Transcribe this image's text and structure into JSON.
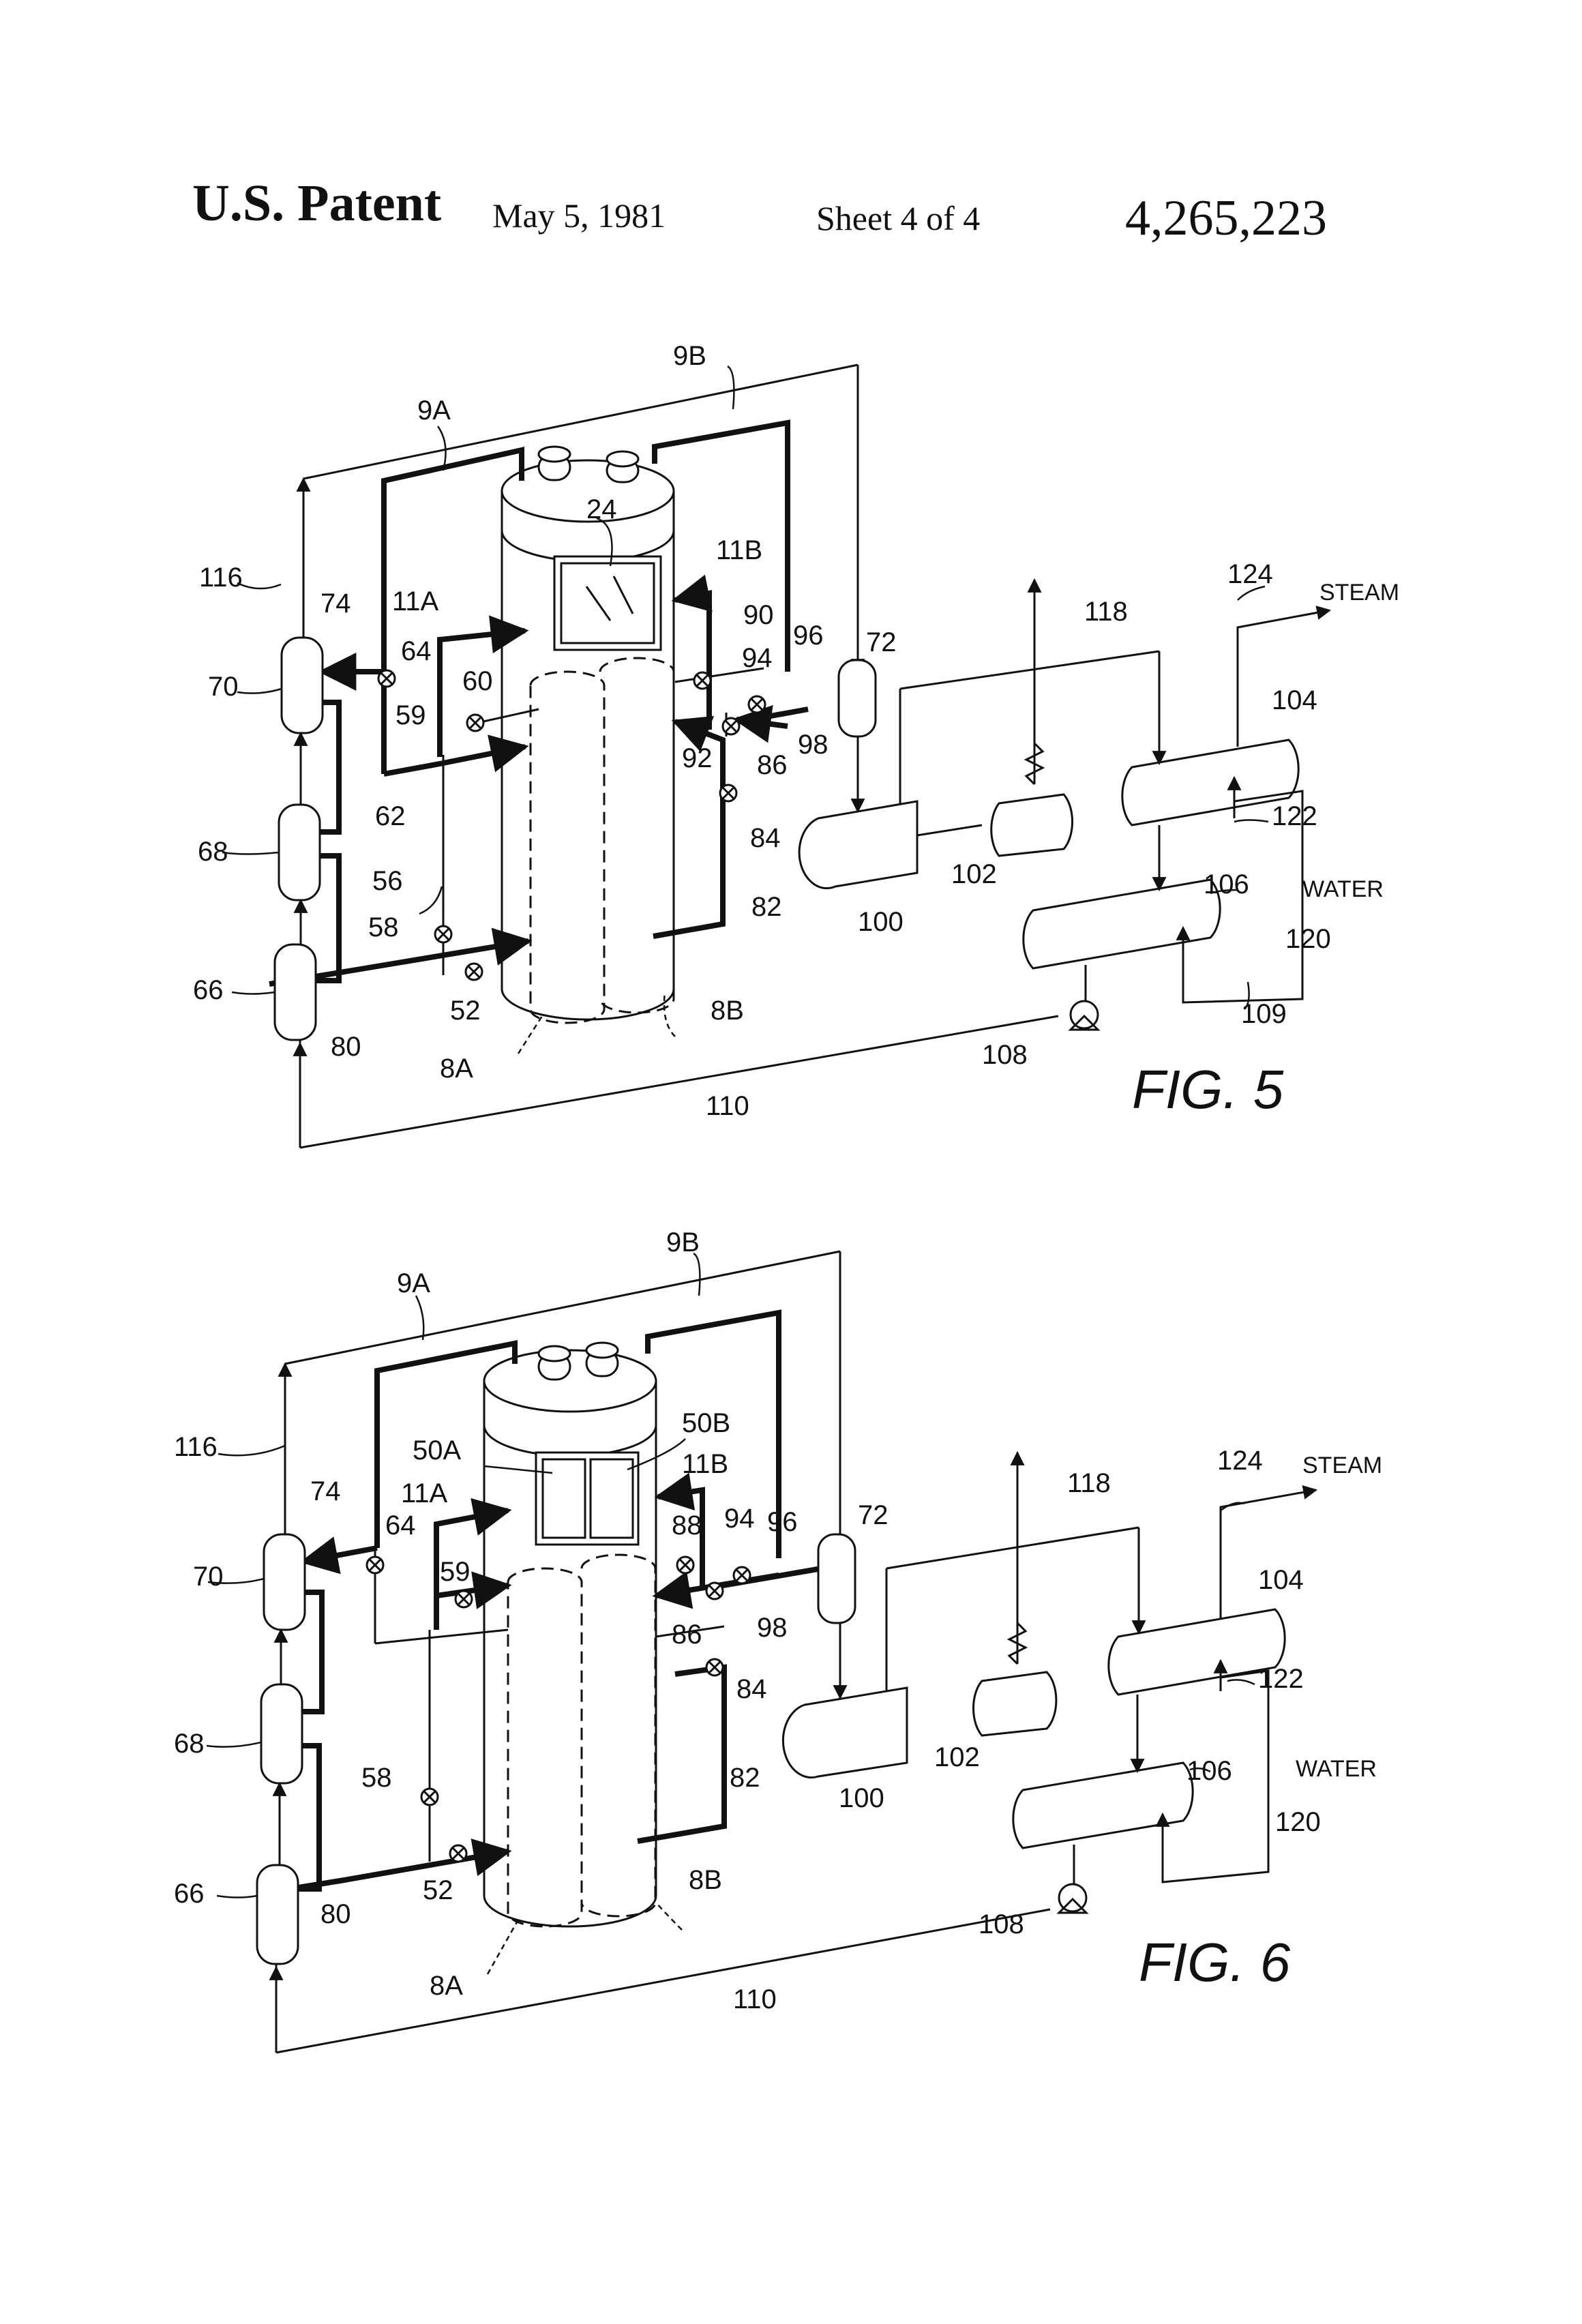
{
  "header": {
    "patent_label": "U.S. Patent",
    "date": "May 5, 1981",
    "sheet": "Sheet 4 of 4",
    "patent_number": "4,265,223"
  },
  "fig5": {
    "title": "FIG. 5",
    "labels": {
      "l9a": "9A",
      "l9b": "9B",
      "l24": "24",
      "l11a": "11A",
      "l11b": "11B",
      "l116": "116",
      "l74": "74",
      "l70": "70",
      "l64": "64",
      "l60": "60",
      "l59": "59",
      "l90": "90",
      "l94": "94",
      "l96": "96",
      "l72": "72",
      "l118": "118",
      "l124": "124",
      "steam": "STEAM",
      "l104": "104",
      "l92": "92",
      "l86": "86",
      "l98": "98",
      "l62": "62",
      "l68": "68",
      "l84": "84",
      "l122": "122",
      "l56": "56",
      "l102": "102",
      "l106": "106",
      "water": "WATER",
      "l58": "58",
      "l82": "82",
      "l100": "100",
      "l120": "120",
      "l66": "66",
      "l52": "52",
      "l8b": "8B",
      "l80": "80",
      "l109": "109",
      "l8a": "8A",
      "l108": "108",
      "l110": "110"
    }
  },
  "fig6": {
    "title": "FIG. 6",
    "labels": {
      "l9a": "9A",
      "l9b": "9B",
      "l50a": "50A",
      "l50b": "50B",
      "l11a": "11A",
      "l11b": "11B",
      "l116": "116",
      "l124": "124",
      "steam": "STEAM",
      "l74": "74",
      "l88": "88",
      "l94": "94",
      "l96": "96",
      "l72": "72",
      "l118": "118",
      "l70": "70",
      "l64": "64",
      "l59": "59",
      "l104": "104",
      "l86": "86",
      "l98": "98",
      "l84": "84",
      "l122": "122",
      "l68": "68",
      "l102": "102",
      "l106": "106",
      "water": "WATER",
      "l58": "58",
      "l82": "82",
      "l100": "100",
      "l120": "120",
      "l66": "66",
      "l52": "52",
      "l8b": "8B",
      "l80": "80",
      "l8a": "8A",
      "l108": "108",
      "l110": "110"
    }
  }
}
